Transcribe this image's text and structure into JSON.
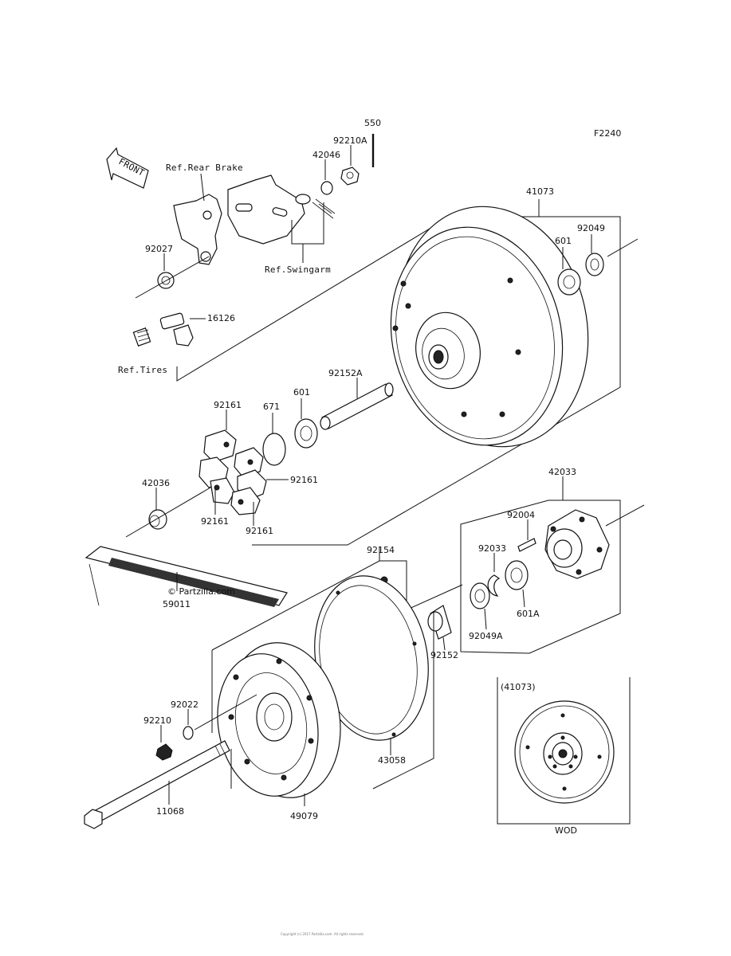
{
  "diagram_code": "F2240",
  "front_arrow_label": "FRONT",
  "refs": {
    "rear_brake": "Ref.Rear Brake",
    "swingarm": "Ref.Swingarm",
    "tires": "Ref.Tires"
  },
  "parts": {
    "p550": "550",
    "p92210A": "92210A",
    "p42046": "42046",
    "p41073": "41073",
    "p92049": "92049",
    "p601_top": "601",
    "p92027": "92027",
    "p16126": "16126",
    "p92152A": "92152A",
    "p601_mid": "601",
    "p671": "671",
    "p92161_a": "92161",
    "p92161_b": "92161",
    "p92161_c": "92161",
    "p92161_d": "92161",
    "p42036": "42036",
    "p42033": "42033",
    "p92004": "92004",
    "p92033": "92033",
    "p601A": "601A",
    "p92049A": "92049A",
    "p92152": "92152",
    "p92154": "92154",
    "p59011": "59011",
    "p92022": "92022",
    "p92210": "92210",
    "p43058": "43058",
    "p11068": "11068",
    "p49079": "49079",
    "inset_ref": "(41073)",
    "inset_code": "WOD"
  },
  "watermark": "© Partzilla.com",
  "footer": "Copyright (c) 2017 Partzilla.com. All rights reserved."
}
